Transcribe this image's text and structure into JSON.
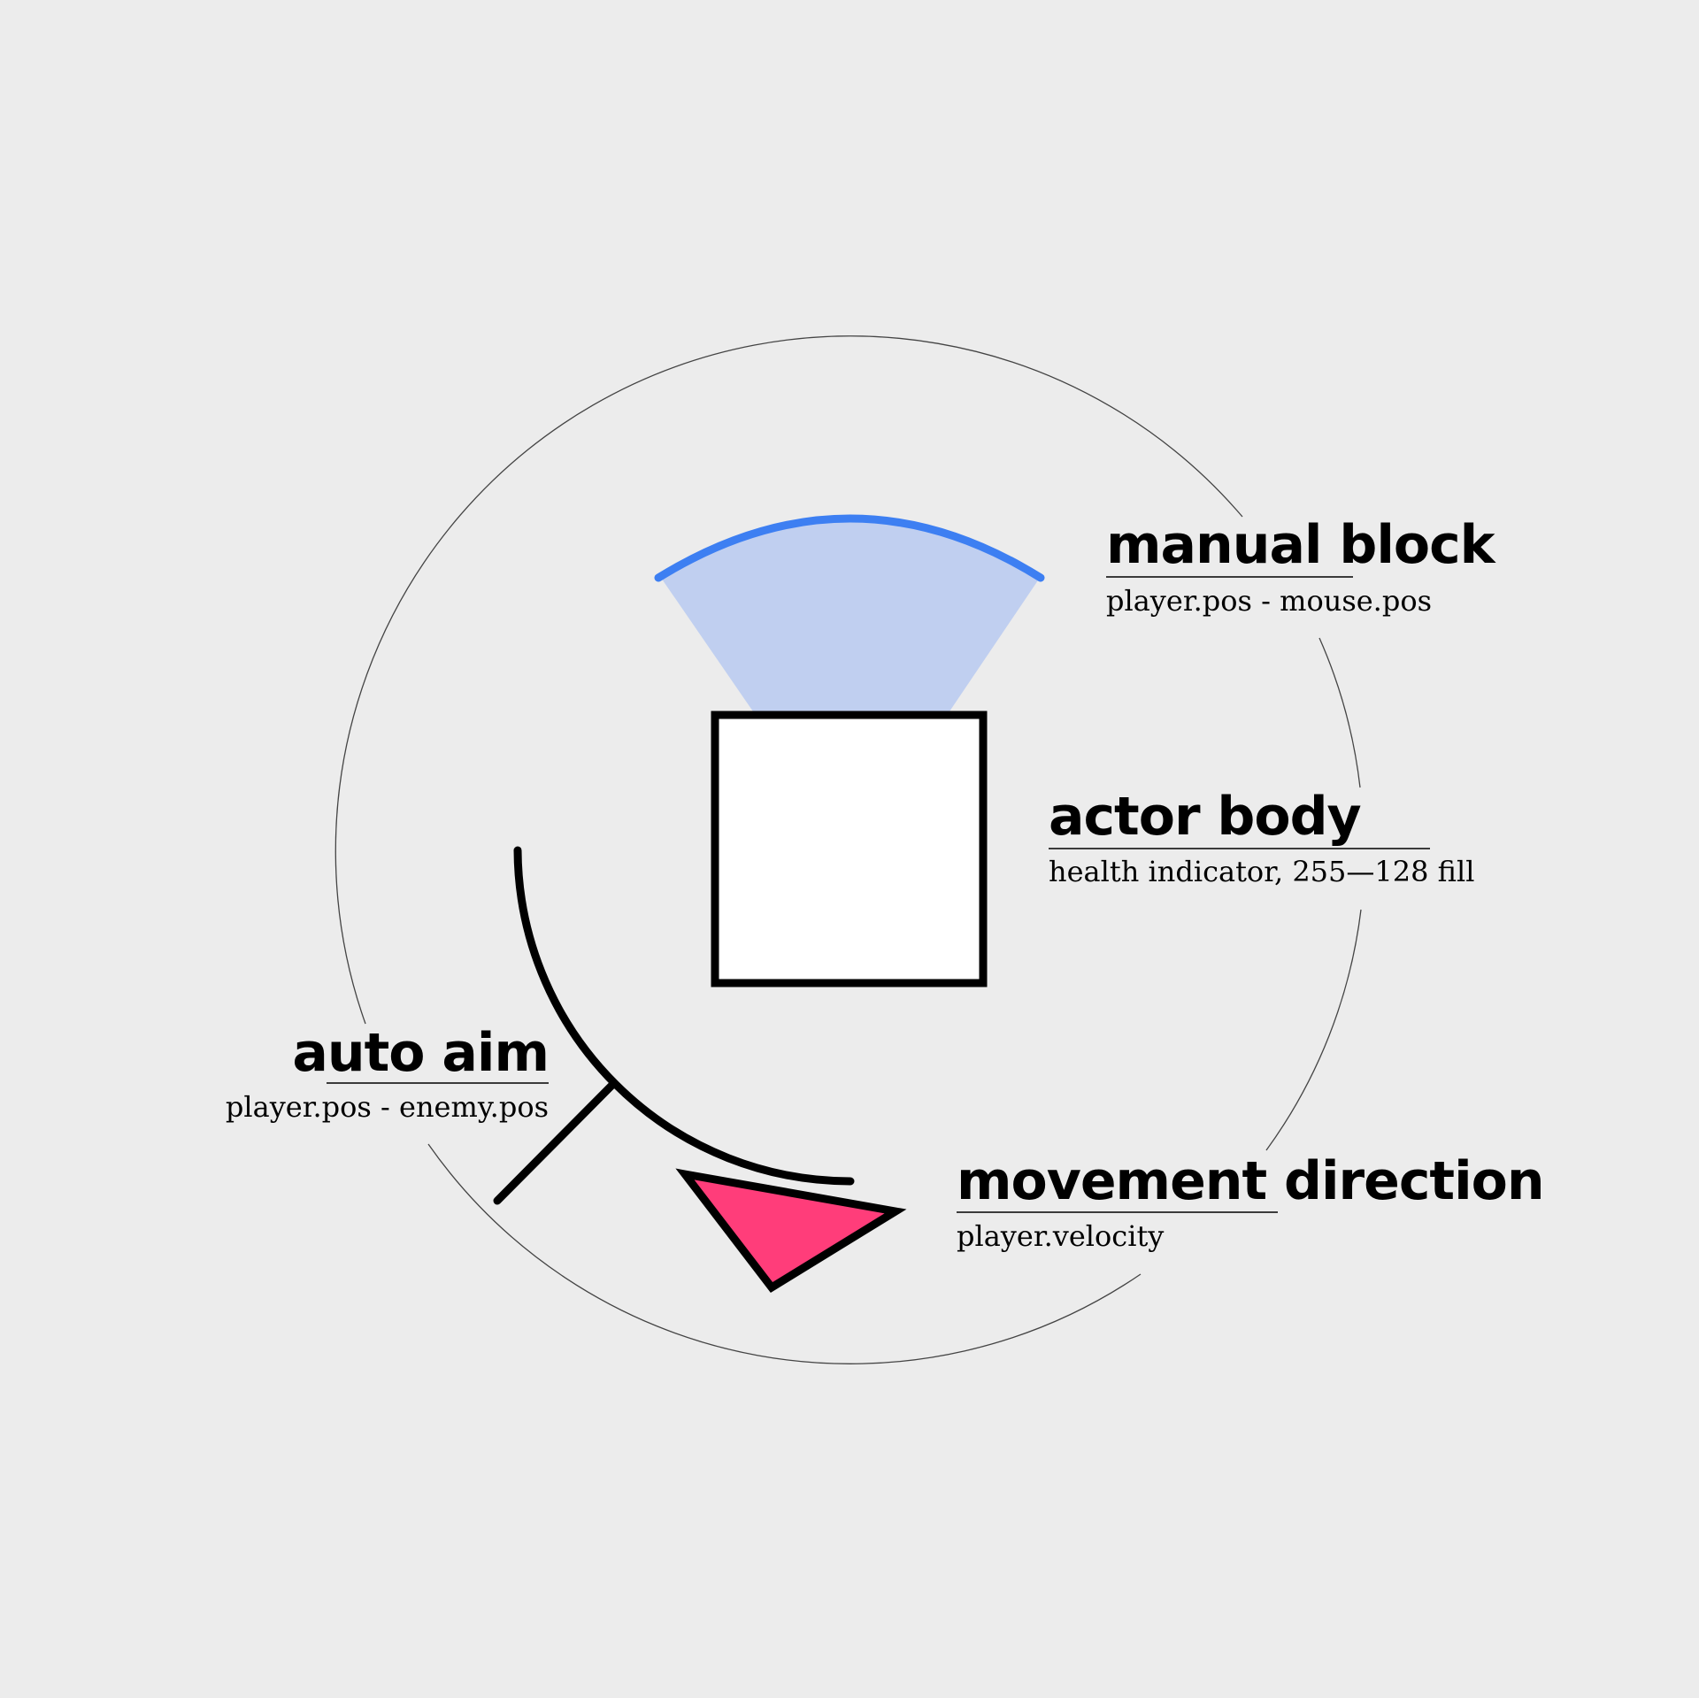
{
  "colors": {
    "background": "#ececec",
    "block_arc": "#3d7ff2",
    "block_fill": "#c0cff0",
    "movement_fill": "#ff3d7a",
    "outline": "#000000",
    "body_fill": "#ffffff"
  },
  "labels": {
    "manual_block": {
      "title": "manual block",
      "subtitle": "player.pos - mouse.pos"
    },
    "actor_body": {
      "title": "actor body",
      "subtitle": "health indicator, 255—128 fill"
    },
    "auto_aim": {
      "title": "auto aim",
      "subtitle": "player.pos - enemy.pos"
    },
    "movement_direction": {
      "title": "movement direction",
      "subtitle": "player.velocity"
    }
  }
}
